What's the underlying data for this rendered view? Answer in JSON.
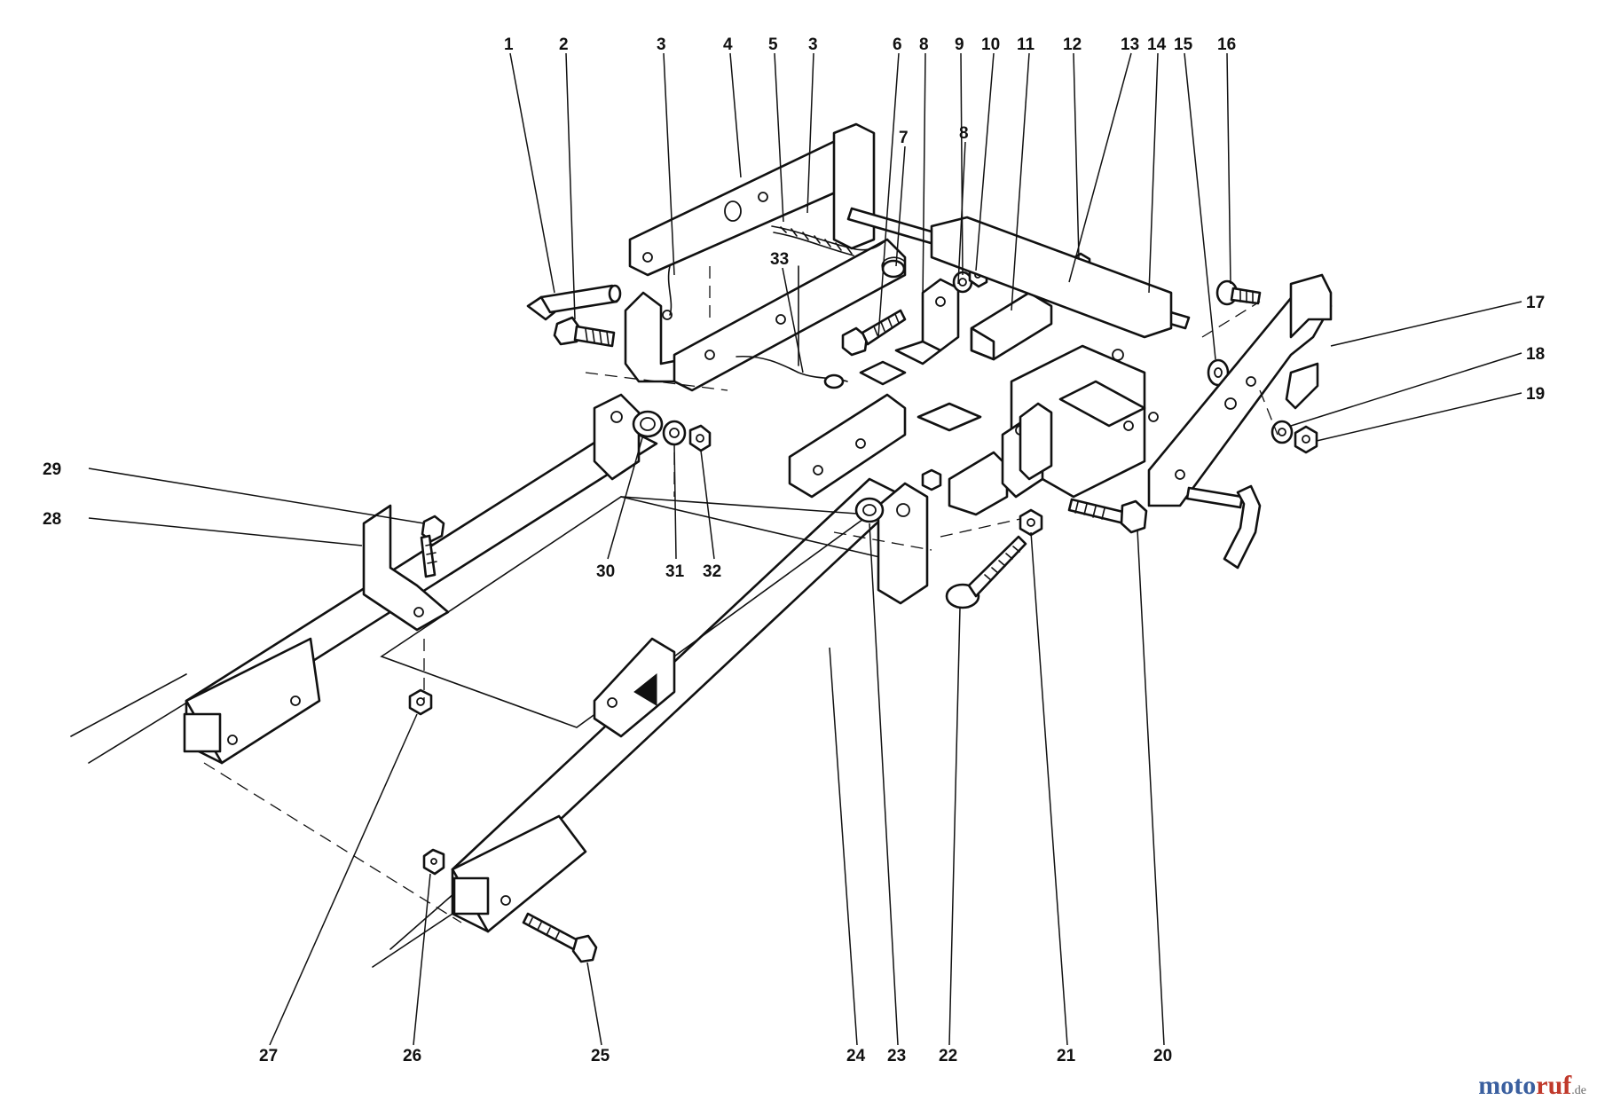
{
  "diagram": {
    "labels": [
      "1",
      "2",
      "3",
      "4",
      "5",
      "3",
      "6",
      "7",
      "8",
      "8",
      "9",
      "10",
      "11",
      "12",
      "13",
      "14",
      "15",
      "16",
      "17",
      "18",
      "19",
      "20",
      "21",
      "22",
      "23",
      "24",
      "25",
      "26",
      "27",
      "28",
      "29",
      "30",
      "31",
      "32",
      "33"
    ]
  },
  "watermark": {
    "part1": "moto",
    "part2": "ruf",
    "part3": ".de"
  }
}
